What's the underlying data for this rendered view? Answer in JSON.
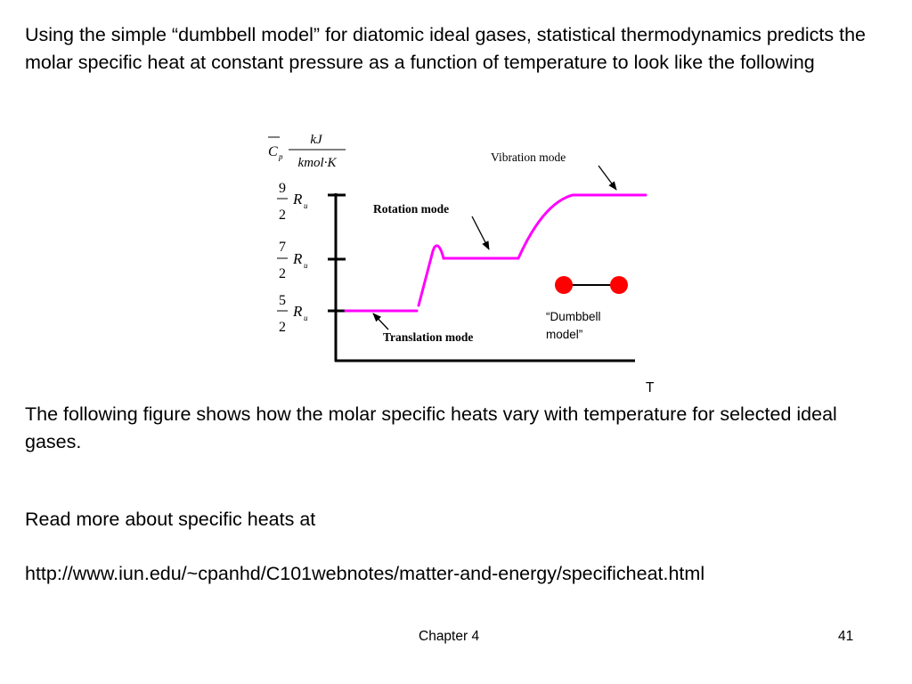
{
  "text": {
    "intro": "Using the simple “dumbbell model” for diatomic ideal gases, statistical thermodynamics predicts the molar specific heat at constant pressure as a function of temperature to look like the following",
    "figure_intro": "The following figure shows how the molar specific heats vary with temperature for selected ideal gases.",
    "read_more": "Read more about specific heats at",
    "url": "http://www.iun.edu/~cpanhd/C101webnotes/matter-and-energy/specificheat.html"
  },
  "footer": {
    "chapter": "Chapter 4",
    "page": "41"
  },
  "colors": {
    "curve": "#ff00ff",
    "atom": "#ff0000",
    "axis": "#000000"
  },
  "chart_data": {
    "type": "line",
    "ylabel": {
      "symbol": "C",
      "subscript": "p",
      "unit_numerator": "kJ",
      "unit_denominator": "kmol·K"
    },
    "xlabel": "T",
    "yticks": [
      {
        "numerator": "5",
        "denominator": "2",
        "symbol": "R",
        "subscript": "u",
        "value": 2.5
      },
      {
        "numerator": "7",
        "denominator": "2",
        "symbol": "R",
        "subscript": "u",
        "value": 3.5
      },
      {
        "numerator": "9",
        "denominator": "2",
        "symbol": "R",
        "subscript": "u",
        "value": 4.5
      }
    ],
    "annotations": {
      "vibration": "Vibration mode",
      "rotation": "Rotation mode",
      "translation": "Translation mode",
      "dumbbell_line1": "“Dumbbell",
      "dumbbell_line2": "model”"
    }
  }
}
